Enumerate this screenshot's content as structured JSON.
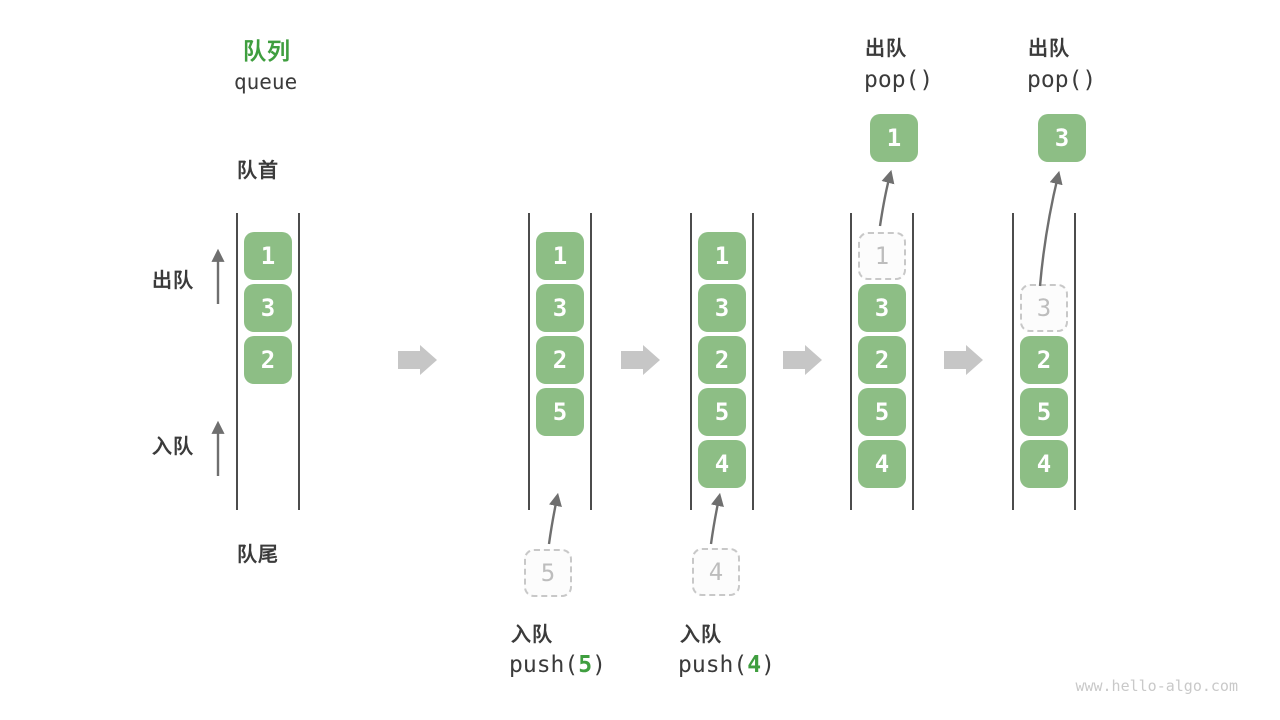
{
  "header": {
    "title": "队列",
    "subtitle": "queue"
  },
  "labels": {
    "front": "队首",
    "rear": "队尾",
    "dequeue_side": "出队",
    "enqueue_side": "入队"
  },
  "columns": [
    {
      "name": "state-initial",
      "slots": [
        {
          "value": "1",
          "variant": "solid"
        },
        {
          "value": "3",
          "variant": "solid"
        },
        {
          "value": "2",
          "variant": "solid"
        }
      ]
    },
    {
      "name": "state-after-push-5",
      "slots": [
        {
          "value": "1",
          "variant": "solid"
        },
        {
          "value": "3",
          "variant": "solid"
        },
        {
          "value": "2",
          "variant": "solid"
        },
        {
          "value": "5",
          "variant": "solid"
        }
      ]
    },
    {
      "name": "state-after-push-4",
      "slots": [
        {
          "value": "1",
          "variant": "solid"
        },
        {
          "value": "3",
          "variant": "solid"
        },
        {
          "value": "2",
          "variant": "solid"
        },
        {
          "value": "5",
          "variant": "solid"
        },
        {
          "value": "4",
          "variant": "solid"
        }
      ]
    },
    {
      "name": "state-pop-1",
      "slots": [
        {
          "value": "1",
          "variant": "ghost"
        },
        {
          "value": "3",
          "variant": "solid"
        },
        {
          "value": "2",
          "variant": "solid"
        },
        {
          "value": "5",
          "variant": "solid"
        },
        {
          "value": "4",
          "variant": "solid"
        }
      ]
    },
    {
      "name": "state-pop-3",
      "slots": [
        {
          "value": "3",
          "variant": "ghost"
        },
        {
          "value": "2",
          "variant": "solid"
        },
        {
          "value": "5",
          "variant": "solid"
        },
        {
          "value": "4",
          "variant": "solid"
        }
      ]
    }
  ],
  "staged": {
    "push5": "5",
    "push4": "4"
  },
  "popped": {
    "first": "1",
    "second": "3"
  },
  "operations": {
    "push5": {
      "label": "入队",
      "code_pre": "push(",
      "code_arg": "5",
      "code_post": ")"
    },
    "push4": {
      "label": "入队",
      "code_pre": "push(",
      "code_arg": "4",
      "code_post": ")"
    },
    "pop1": {
      "label": "出队",
      "code": "pop()"
    },
    "pop2": {
      "label": "出队",
      "code": "pop()"
    }
  },
  "watermark": "www.hello-algo.com",
  "colors": {
    "green_fill": "#8dbe85",
    "green_text": "#3f9e3f",
    "text_dark": "#3b3b3b",
    "arrow_gray": "#6f6f6f",
    "block_arrow": "#c6c6c6",
    "ghost_border": "#c8c8c8",
    "ghost_text": "#bdbdbd",
    "column_line": "#4c4c4c",
    "watermark": "#c9c9c9"
  }
}
